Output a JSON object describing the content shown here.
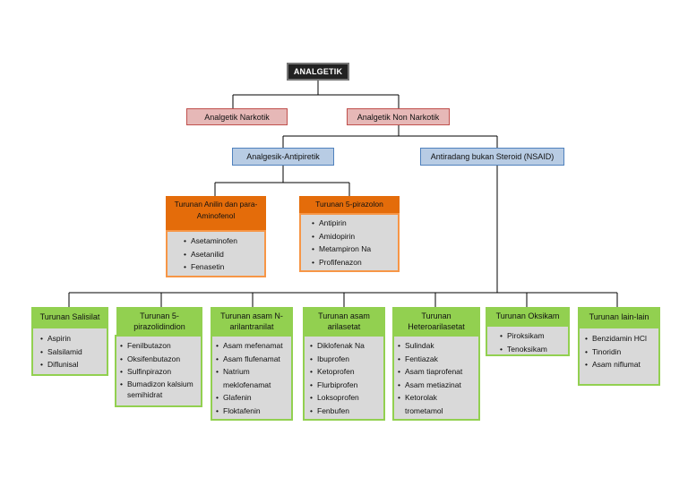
{
  "root": {
    "label": "ANALGETIK"
  },
  "level1": {
    "narkotik": "Analgetik Narkotik",
    "non_narkotik": "Analgetik Non Narkotik"
  },
  "level2": {
    "antipiretik": "Analgesik-Antipiretik",
    "nsaid": "Antiradang bukan Steroid (NSAID)"
  },
  "antipiretik_groups": [
    {
      "title": "Turunan Anilin dan para-Aminofenol",
      "items": [
        "Asetaminofen",
        "Asetanilid",
        "Fenasetin"
      ]
    },
    {
      "title": "Turunan 5-pirazolon",
      "items": [
        "Antipirin",
        "Amidopirin",
        "Metampiron Na",
        "Profifenazon"
      ]
    }
  ],
  "nsaid_groups": [
    {
      "title": "Turunan Salisilat",
      "items": [
        "Aspirin",
        "Salsilamid",
        "Diflunisal"
      ]
    },
    {
      "title": "Turunan 5-pirazolidindion",
      "items": [
        "Fenilbutazon",
        "Oksifenbutazon",
        "Sulfinpirazon",
        "Bumadizon kalsium semihidrat"
      ]
    },
    {
      "title": "Turunan asam N-arilantranilat",
      "items": [
        "Asam mefenamat",
        "Asam flufenamat",
        "Natrium meklofenamat",
        "Glafenin",
        "Floktafenin"
      ]
    },
    {
      "title": "Turunan asam arilasetat",
      "items": [
        "Diklofenak Na",
        "Ibuprofen",
        "Ketoprofen",
        "Flurbiprofen",
        "Loksoprofen",
        "Fenbufen"
      ]
    },
    {
      "title": "Turunan Heteroarilasetat",
      "items": [
        "Sulindak",
        "Fentiazak",
        "Asam tiaprofenat",
        "Asam metiazinat",
        "Ketorolak trometamol"
      ]
    },
    {
      "title": "Turunan Oksikam",
      "items": [
        "Piroksikam",
        "Tenoksikam"
      ]
    },
    {
      "title": "Turunan lain-lain",
      "items": [
        "Benzidamin HCl",
        "Tinoridin",
        "Asam niflumat"
      ]
    }
  ]
}
